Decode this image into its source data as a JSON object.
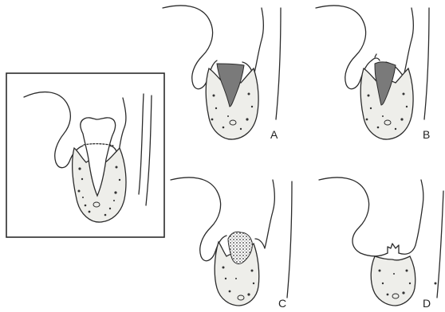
{
  "figure": {
    "panels": [
      {
        "label": ""
      },
      {
        "label": "A"
      },
      {
        "label": "B"
      },
      {
        "label": "C"
      },
      {
        "label": "D"
      }
    ]
  }
}
